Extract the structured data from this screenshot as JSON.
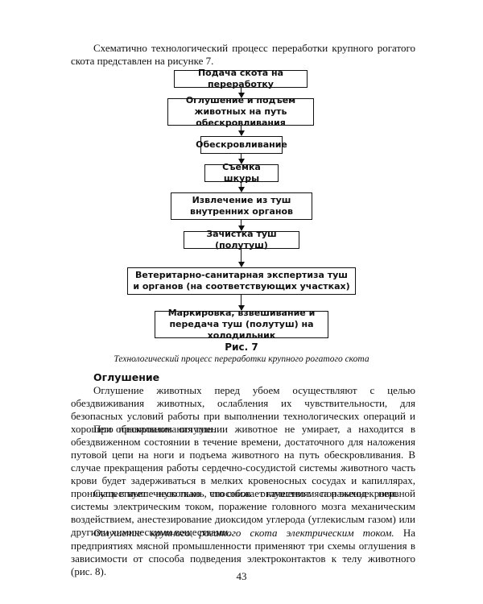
{
  "intro": "Схематично технологический процесс переработки крупного рогатого скота представлен на рисунке 7.",
  "flowchart": {
    "steps": [
      "Подача скота на переработку",
      "Оглушение и подъем животных на путь обескровливания",
      "Обескровливание",
      "Съемка шкуры",
      "Извлечение из туш внутренних органов",
      "Зачистка туш (полутуш)",
      "Ветеритарно-санитарная экспертиза туш и органов (на соответствующих участках)",
      "Маркировка, взвешивание и передача туш (полутуш) на холодильник"
    ]
  },
  "figure": {
    "label": "Рис. 7",
    "caption": "Технологический процесс переработки крупного рогатого скота"
  },
  "section_heading": "Оглушение",
  "paragraphs": [
    "Оглушение животных перед убоем осуществляют с целью обездвиживания животных, ослабления их чувствительности, для безопасных условий работы при выполнении технологических операций и хорошего обескровливания туш.",
    "При правильном оглушении животное не умирает, а находится в обездвиженном состоянии в течение времени, достаточного для наложения путовой цепи на ноги и подъема животного на путь обескровливания. В случае прекращения работы сердечно-сосудистой системы животного часть крови будет задерживаться в мелких кровеносных сосудах и капиллярах, проникать в мышечную ткань, что снижает качество мяса и выход крови.",
    "Существует несколько способов оглушения: поражение нервной системы электрическим током, поражение головного мозга механическим воздействием, анестезирование диоксидом углерода (углекислым газом) или другими химическими веществами."
  ],
  "last_paragraph": {
    "italic_lead": "Оглушение крупного рогатого скота электрическим током.",
    "text": " На предприятиях мясной промышленности применяют три схемы оглушения в зависимости от способа подведения электроконтактов к телу животного (рис. 8)."
  },
  "page_number": "43"
}
